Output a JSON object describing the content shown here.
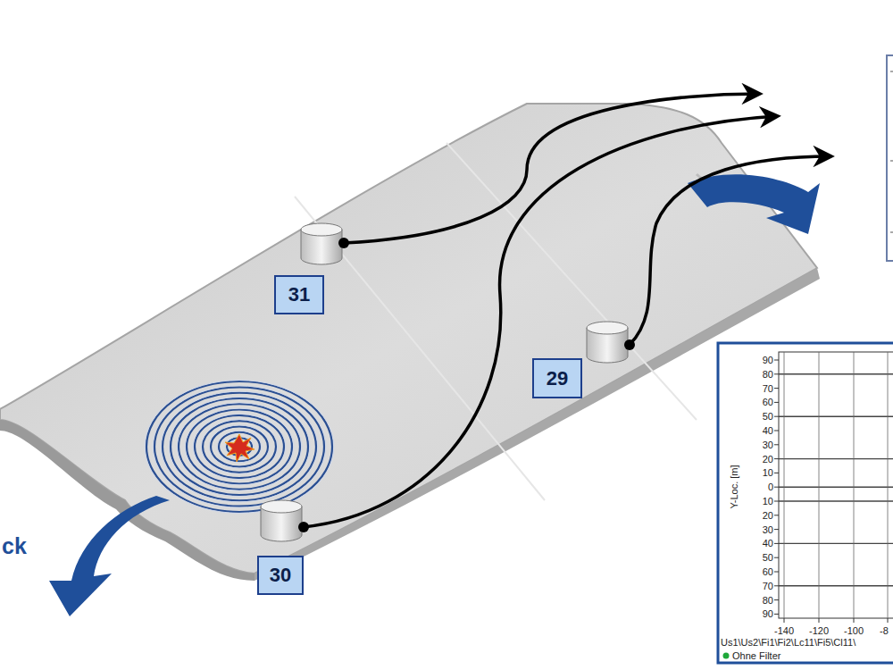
{
  "diagram": {
    "nodes": [
      {
        "text": [
          "31"
        ]
      },
      {
        "text": [
          "29"
        ]
      },
      {
        "text": [
          "30"
        ]
      }
    ],
    "labels": [
      "ck",
      "90",
      "80",
      "70",
      "60",
      "50",
      "40",
      "30",
      "20",
      "10",
      "0",
      "10",
      "20",
      "30",
      "40",
      "50",
      "60",
      "70",
      "80",
      "90",
      "Y-Loc. [m]",
      "-140",
      "-120",
      "-100",
      "-8",
      "Us1\\Us2\\Fi1\\Fi2\\Lc11\\Fi5\\Cl11\\",
      "Ohne Filter"
    ]
  }
}
